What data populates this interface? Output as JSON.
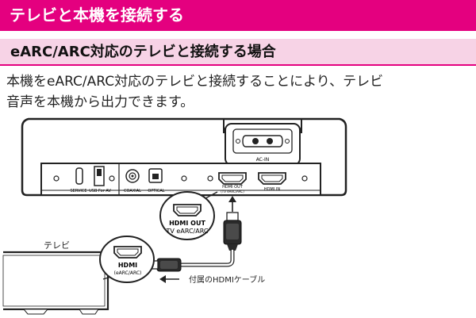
{
  "header": {
    "title": "テレビと本機を接続する"
  },
  "subheader": {
    "title": "eARC/ARC対応のテレビと接続する場合"
  },
  "body": {
    "line1": "本機をeARC/ARC対応のテレビと接続することにより、テレビ",
    "line2": "音声を本機から出力できます。"
  },
  "diagram": {
    "ac_in": "AC-IN",
    "service": "SERVICE",
    "usb": "USB For AV",
    "coaxial": "COAXIAL",
    "optical": "OPTICAL",
    "hdmi_out_1": "HDMI OUT",
    "hdmi_out_2": "(TV eARC/ARC)",
    "hdmi_in": "HDMI IN",
    "callout_hdmi_out_1": "HDMI OUT",
    "callout_hdmi_out_2": "TV eARC/ARC",
    "tv_label": "テレビ",
    "callout_hdmi_1": "HDMI",
    "callout_hdmi_2": "(eARC/ARC)",
    "cable_label": "付属のHDMIケーブル"
  },
  "colors": {
    "accent": "#e4007f",
    "subheader_bg": "#f7d3e6"
  }
}
